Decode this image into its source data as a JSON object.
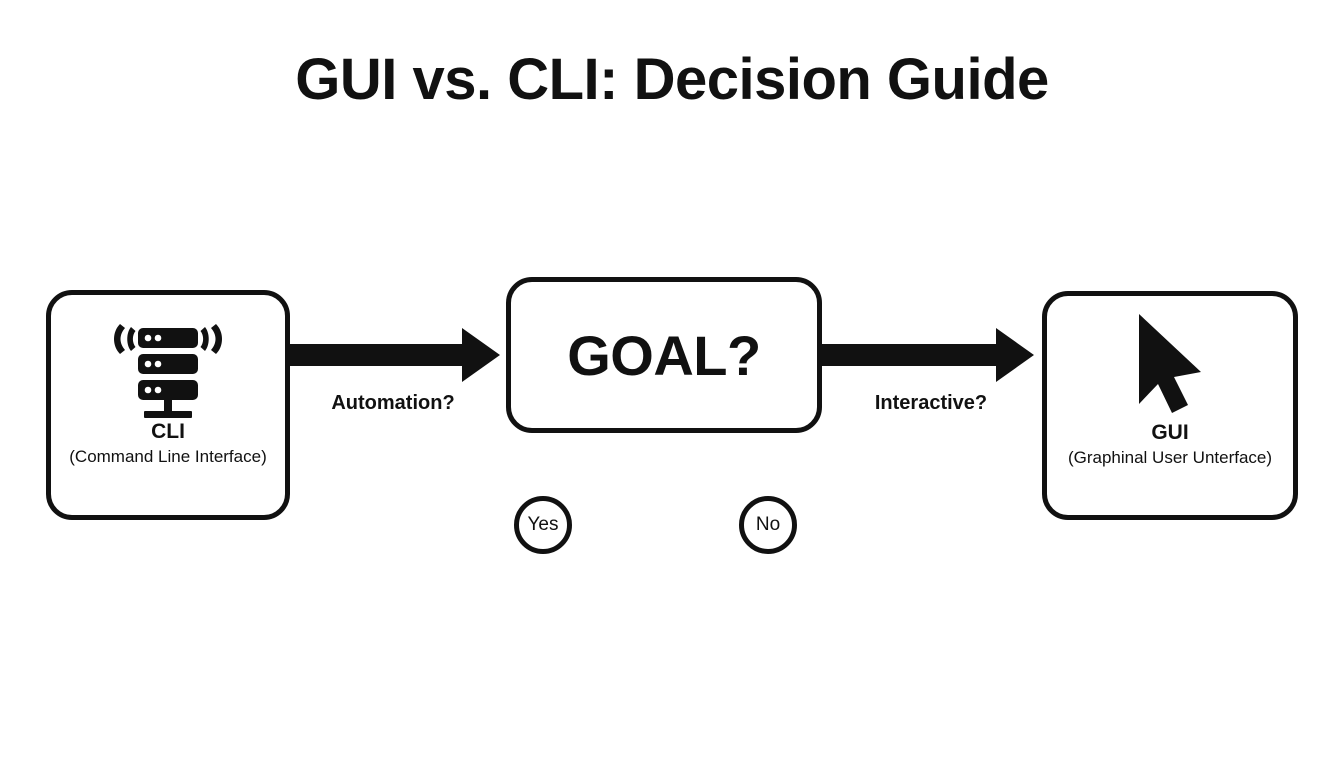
{
  "title": "GUI vs. CLI: Decision Guide",
  "colors": {
    "background": "#ffffff",
    "ink": "#111111"
  },
  "nodes": {
    "cli": {
      "icon": "server-rack-wireless-icon",
      "title": "CLI",
      "subtitle": "(Command Line Interface)"
    },
    "goal": {
      "label": "GOAL?"
    },
    "gui": {
      "icon": "mouse-cursor-icon",
      "title": "GUI",
      "subtitle": "(Graphinal User Unterface)"
    }
  },
  "arrows": [
    {
      "name": "arrow-cli-to-goal",
      "direction": "right",
      "label": "Automation?"
    },
    {
      "name": "arrow-goal-to-gui",
      "direction": "right",
      "label": "Interactive?"
    }
  ],
  "branches": [
    {
      "name": "branch-yes",
      "label": "Yes"
    },
    {
      "name": "branch-no",
      "label": "No"
    }
  ]
}
